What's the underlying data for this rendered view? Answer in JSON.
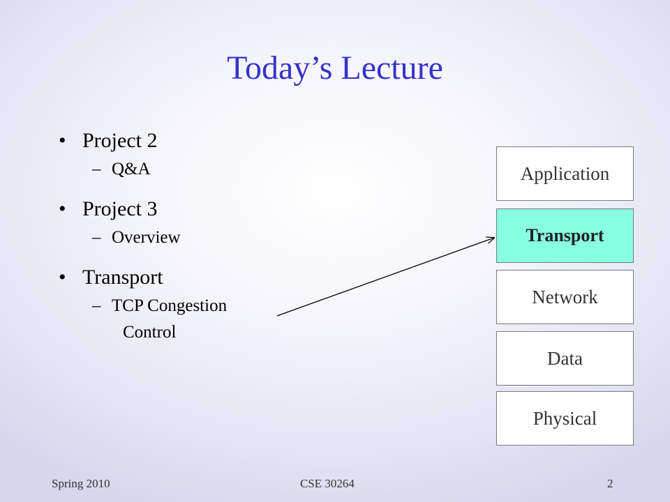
{
  "slide": {
    "title": "Today’s Lecture",
    "bullets": [
      {
        "marker": "•",
        "text": "Project 2",
        "sub": {
          "marker": "–",
          "text": "Q&A"
        }
      },
      {
        "marker": "•",
        "text": "Project 3",
        "sub": {
          "marker": "–",
          "text": "Overview"
        }
      },
      {
        "marker": "•",
        "text": "Transport",
        "sub": {
          "marker": "–",
          "text_line1": "TCP Congestion",
          "text_line2": "Control"
        }
      }
    ]
  },
  "stack": {
    "layers": [
      "Application",
      "Transport",
      "Network",
      "Data",
      "Physical"
    ],
    "active_layer": "Transport",
    "active_color": "#88ffe0"
  },
  "footer": {
    "left": "Spring 2010",
    "center": "CSE 30264",
    "page": "2"
  },
  "colors": {
    "title": "#3333cc"
  }
}
